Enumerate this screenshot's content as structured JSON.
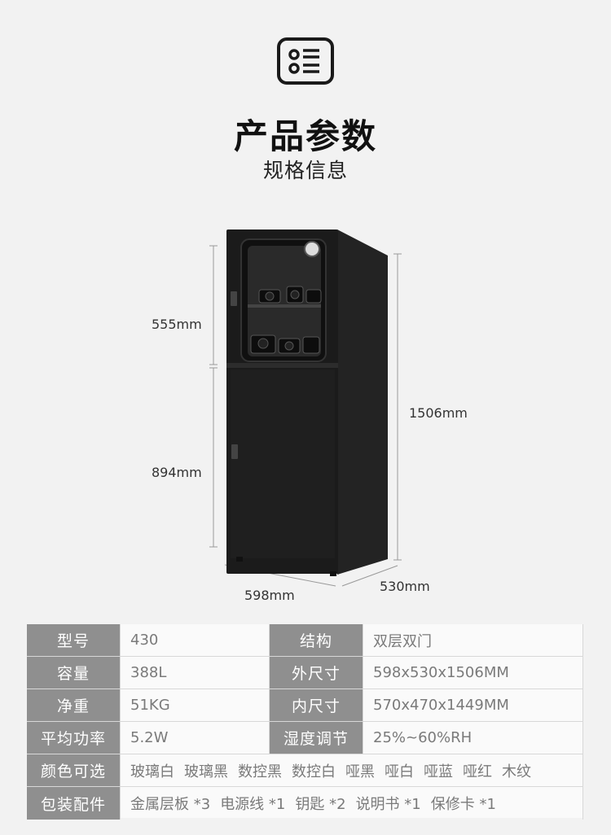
{
  "header": {
    "title": "产品参数",
    "subtitle": "规格信息"
  },
  "dimensions": {
    "top_height": "555mm",
    "bottom_height": "894mm",
    "total_height": "1506mm",
    "width": "598mm",
    "depth": "530mm"
  },
  "specs": {
    "rows": [
      [
        {
          "label": "型号",
          "value": "430"
        },
        {
          "label": "结构",
          "value": "双层双门"
        }
      ],
      [
        {
          "label": "容量",
          "value": "388L"
        },
        {
          "label": "外尺寸",
          "value": "598x530x1506MM"
        }
      ],
      [
        {
          "label": "净重",
          "value": "51KG"
        },
        {
          "label": "内尺寸",
          "value": "570x470x1449MM"
        }
      ],
      [
        {
          "label": "平均功率",
          "value": "5.2W"
        },
        {
          "label": "湿度调节",
          "value": "25%~60%RH"
        }
      ]
    ],
    "colors": {
      "label": "颜色可选",
      "options": [
        "玻璃白",
        "玻璃黑",
        "数控黑",
        "数控白",
        "哑黑",
        "哑白",
        "哑蓝",
        "哑红",
        "木纹"
      ]
    },
    "accessories": {
      "label": "包装配件",
      "items": [
        "金属层板 *3",
        "电源线 *1",
        "钥匙 *2",
        "说明书 *1",
        "保修卡 *1"
      ]
    }
  }
}
